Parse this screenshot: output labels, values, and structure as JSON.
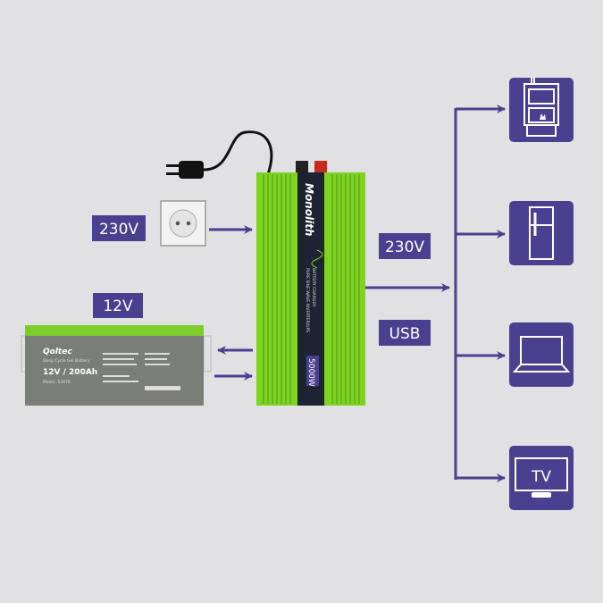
{
  "labels": {
    "grid_voltage": "230V",
    "battery_voltage": "12V",
    "output_voltage": "230V",
    "usb": "USB"
  },
  "battery": {
    "brand": "Qoltec",
    "type": "Deep Cycle Gel Battery",
    "rating": "12V / 200Ah",
    "model": "Model: 53078"
  },
  "inverter": {
    "brand": "Monolith",
    "description_line1": "PURE SINE WAVE INVERTER/UPS",
    "description_line2": "BATTERY CHARGER",
    "power": "5000W"
  },
  "devices": [
    {
      "icon": "boiler-icon"
    },
    {
      "icon": "fridge-icon"
    },
    {
      "icon": "laptop-icon"
    },
    {
      "icon": "tv-icon",
      "text": "TV"
    }
  ],
  "colors": {
    "accent": "#4b3f8f",
    "inverter_green": "#7ed321",
    "background": "#e1e1e3",
    "battery_gray": "#7b7e78"
  }
}
